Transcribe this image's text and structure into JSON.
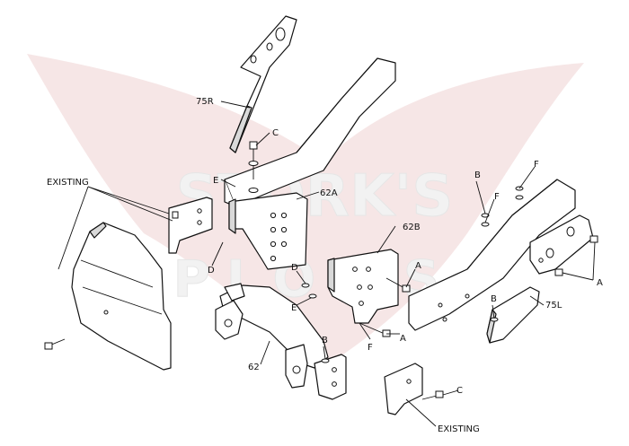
{
  "watermark": {
    "brand": "STORK'S",
    "sub": "PLOWS",
    "color_primary": "#e8c7c7",
    "color_secondary": "#ececec"
  },
  "labels": {
    "part_75r": "75R",
    "part_75l": "75L",
    "part_62": "62",
    "part_62a": "62A",
    "part_62b": "62B",
    "existing_top": "EXISTING",
    "existing_bottom": "EXISTING",
    "a": "A",
    "b": "B",
    "c": "C",
    "d": "D",
    "e": "E",
    "f": "F"
  }
}
